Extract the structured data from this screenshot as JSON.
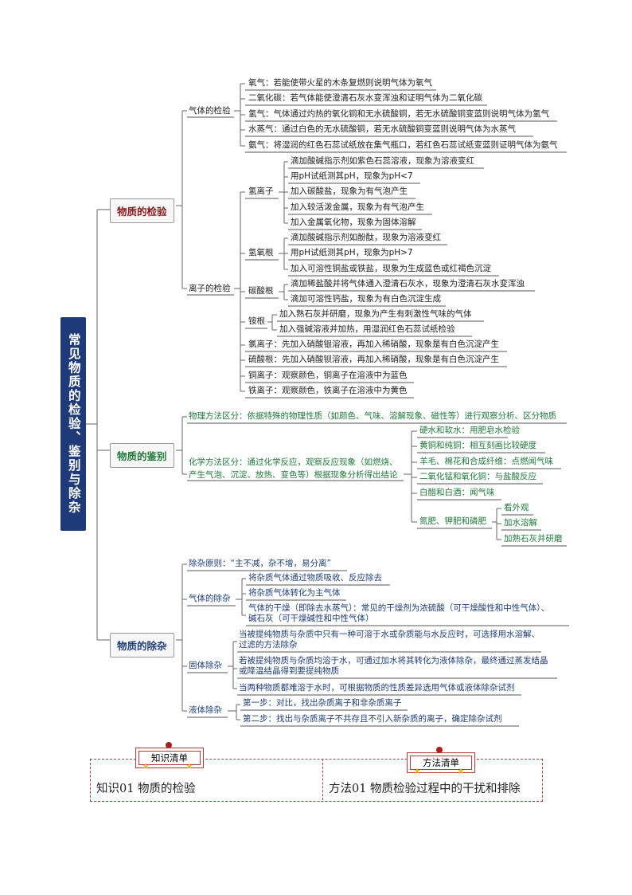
{
  "root_title": "常见物质的检验、鉴别与除杂",
  "branches": {
    "jianyan": "物质的检验",
    "jianbie": "物质的鉴别",
    "chuza": "物质的除杂"
  },
  "jianyan": {
    "gas_label": "气体的检验",
    "gas_items": [
      "氧气：若能使带火星的木条复燃则说明气体为氧气",
      "二氧化碳：若气体能使澄清石灰水变浑浊和证明气体为二氧化碳",
      "氢气：气体通过灼热的氧化铜和无水硫酸铜，若无水硫酸铜变蓝则说明气体为氢气",
      "水蒸气：通过白色的无水硫酸铜，若无水硫酸铜变蓝则说明气体为水蒸气",
      "氨气：将湿润的红色石蕊试纸放在集气瓶口，若红色石蕊试纸变蓝则证明气体为氨气"
    ],
    "ion_label": "离子的检验",
    "h_label": "氢离子",
    "h_items": [
      "滴加酸碱指示剂如紫色石蕊溶液，现象为溶液变红",
      "用pH试纸测其pH，现象为pH<7",
      "加入碳酸盐，现象为有气泡产生",
      "加入较活泼金属，现象为有气泡产生",
      "加入金属氧化物，现象为固体溶解"
    ],
    "oh_label": "氢氧根",
    "oh_items": [
      "滴加酸碱指示剂如酚酞，现象为溶液变红",
      "用pH试纸测其pH，现象为pH>7",
      "加入可溶性铜盐或铁盐，现象为生成蓝色或红褐色沉淀"
    ],
    "co3_label": "碳酸根",
    "co3_items": [
      "滴加稀盐酸并将气体通入澄清石灰水，现象为澄清石灰水变浑浊",
      "滴加可溶性钙盐，现象为有白色沉淀生成"
    ],
    "nh4_label": "铵根",
    "nh4_items": [
      "加入熟石灰并研磨，现象为产生有刺激性气味的气体",
      "加入强碱溶液并加热，用湿润红色石蕊试纸检验"
    ],
    "other_items": [
      "氯离子：先加入硝酸银溶液，再加入稀硝酸，现象是有白色沉淀产生",
      "硫酸根：先加入硝酸钡溶液，再加入稀硝酸，现象是有白色沉淀产生",
      "铜离子：观察颜色，铜离子在溶液中为蓝色",
      "铁离子：观察颜色，铁离子在溶液中为黄色"
    ]
  },
  "jianbie": {
    "physical": "物理方法区分：依据特殊的物理性质（如颜色、气味、溶解现象、磁性等）进行观察分析、区分物质",
    "chemical_line1": "化学方法区分：通过化学反应，观察反应现象（如燃烧、",
    "chemical_line2": "产生气泡、沉淀、放热、变色等）根据现象分析得出结论",
    "chem_items": [
      "硬水和软水：用肥皂水检验",
      "黄铜和纯铜：相互刻画比较硬度",
      "羊毛、棉花和合成纤维：点燃闻气味",
      "二氧化锰和氧化铜：与盐酸反应",
      "白醋和白酒：闻气味"
    ],
    "fert_label": "氮肥、钾肥和磷肥",
    "fert_items": [
      "看外观",
      "加水溶解",
      "加熟石灰并研磨"
    ]
  },
  "chuza": {
    "principle": "除杂原则：“主不减，杂不增，易分离”",
    "gas_label": "气体的除杂",
    "gas_items": [
      "将杂质气体通过物质吸收、反应除去",
      "将杂质气体转化为主气体",
      "气体的干燥（即除去水蒸气）：常见的干燥剂为浓硫酸（可干燥酸性和中性气体）、",
      "碱石灰（可干燥碱性和中性气体）"
    ],
    "solid_label": "固体除杂",
    "solid_items": [
      "当被提纯物质与杂质中只有一种可溶于水或杂质能与水反应时，可选择用水溶解、",
      "过滤的方法除杂",
      "若被提纯物质与杂质均溶于水，可通过加水将其转化为液体除杂，最终通过蒸发结晶",
      "或降温结晶得到要提纯物质",
      "当两种物质都难溶于水时，可根据物质的性质差异选用气体或液体除杂试剂"
    ],
    "liquid_label": "液体除杂",
    "liquid_items": [
      "第一步：对比，找出杂质离子和非杂质离子",
      "第二步：找出与杂质离子不共存且不引入新杂质的离子，确定除杂试剂"
    ]
  },
  "bottom": {
    "tag_left": "知识清单",
    "tag_right": "方法清单",
    "left_text": "知识01  物质的检验",
    "right_text": "方法01  物质检验过程中的干扰和排除"
  }
}
